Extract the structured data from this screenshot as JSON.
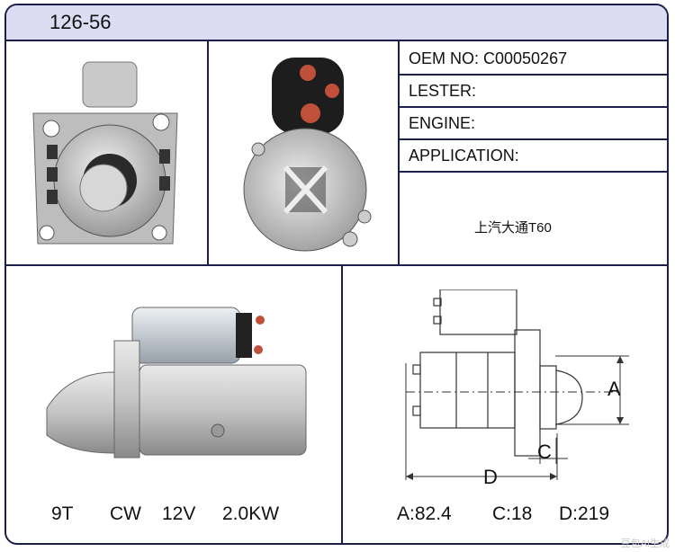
{
  "header": {
    "title": "126-56"
  },
  "specs": {
    "oem": "OEM NO: C00050267",
    "lester": "LESTER:",
    "engine": "ENGINE:",
    "application": "APPLICATION:",
    "application_value": "上汽大通T60"
  },
  "bottom_left": {
    "teeth": "9T",
    "rotation": "CW",
    "voltage": "12V",
    "power": "2.0KW"
  },
  "bottom_right": {
    "a": "A:82.4",
    "c": "C:18",
    "d": "D:219"
  },
  "diagram_labels": {
    "a": "A",
    "c": "C",
    "d": "D"
  },
  "watermark": "豆包AI生成",
  "colors": {
    "border": "#1b1f4a",
    "header_bg": "#dcdcf3"
  }
}
